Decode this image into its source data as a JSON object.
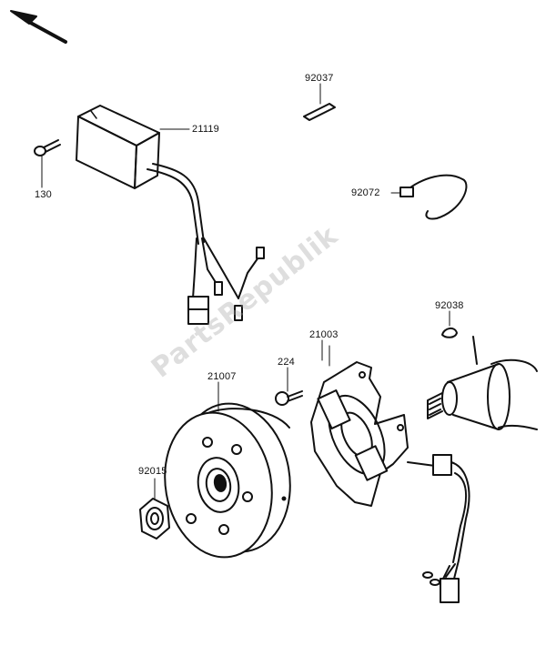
{
  "watermark": "PartsRepublik",
  "parts": {
    "p21119": "21119",
    "p130": "130",
    "p92037": "92037",
    "p92072": "92072",
    "p92038": "92038",
    "p21003": "21003",
    "p224": "224",
    "p21007": "21007",
    "p92015": "92015"
  },
  "colors": {
    "ink": "#111111",
    "background": "#ffffff"
  }
}
